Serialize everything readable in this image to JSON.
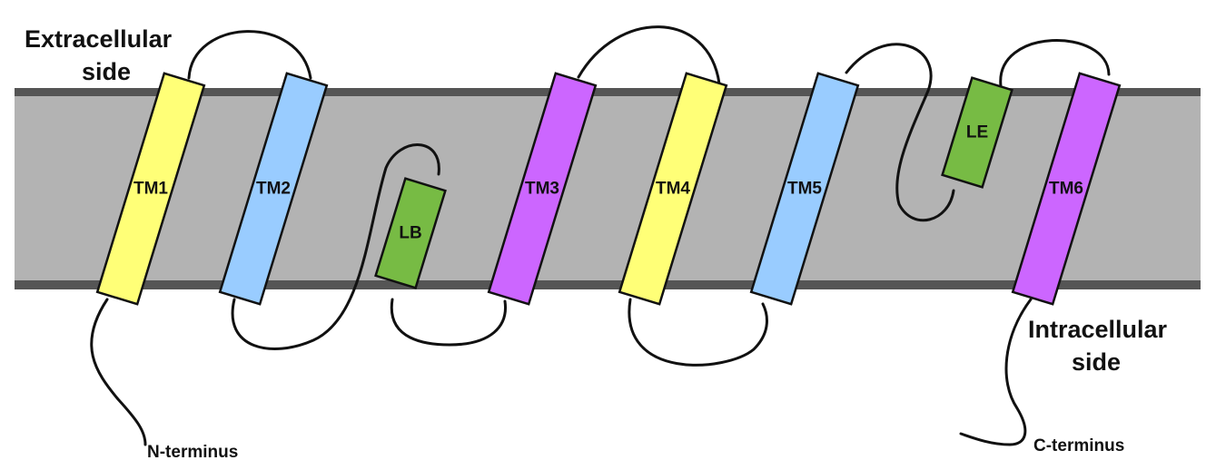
{
  "labels": {
    "extracellular_line1": "Extracellular",
    "extracellular_line2": "side",
    "intracellular_line1": "Intracellular",
    "intracellular_line2": "side",
    "n_terminus": "N-terminus",
    "c_terminus": "C-terminus"
  },
  "segments": [
    {
      "id": "tm1",
      "label": "TM1",
      "color": "#ffff77"
    },
    {
      "id": "tm2",
      "label": "TM2",
      "color": "#99ccff"
    },
    {
      "id": "lb",
      "label": "LB",
      "color": "#77bb44"
    },
    {
      "id": "tm3",
      "label": "TM3",
      "color": "#cc66ff"
    },
    {
      "id": "tm4",
      "label": "TM4",
      "color": "#ffff77"
    },
    {
      "id": "tm5",
      "label": "TM5",
      "color": "#99ccff"
    },
    {
      "id": "le",
      "label": "LE",
      "color": "#77bb44"
    },
    {
      "id": "tm6",
      "label": "TM6",
      "color": "#cc66ff"
    }
  ],
  "colors": {
    "membrane_fill": "#b3b3b3",
    "membrane_edge": "#555555",
    "loop": "#111111"
  }
}
